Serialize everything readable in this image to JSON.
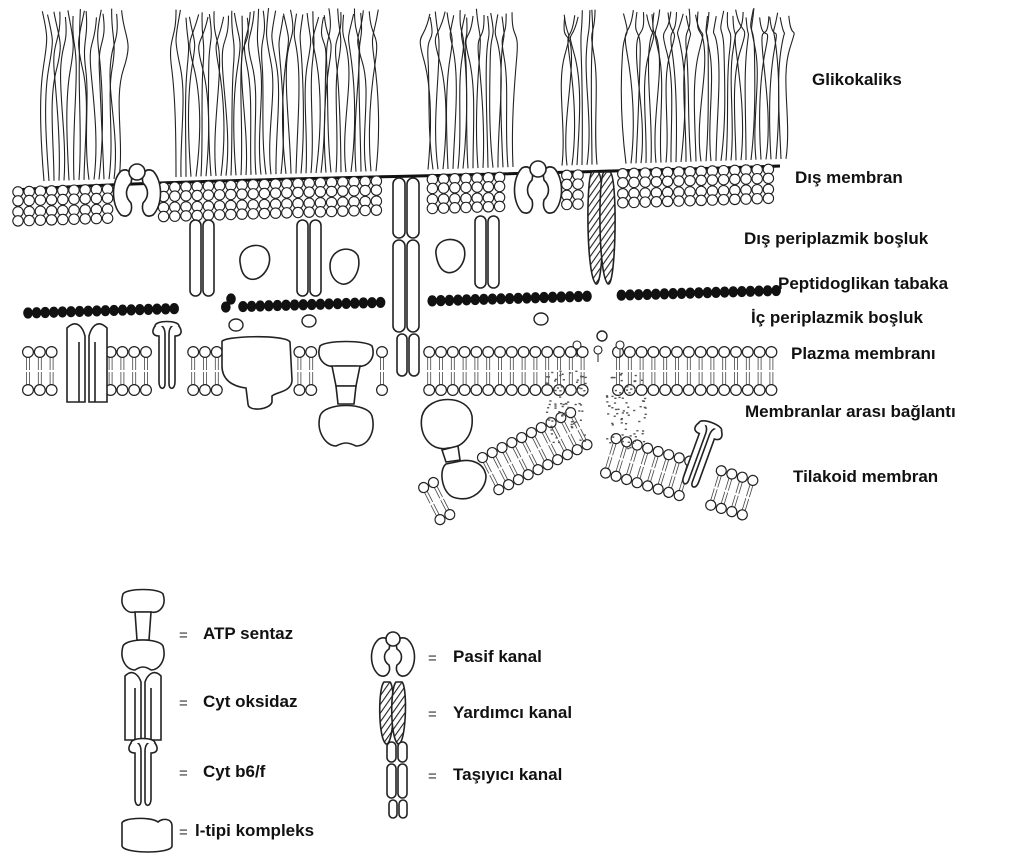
{
  "labels": {
    "glikokaliks": "Glikokaliks",
    "dis_membran": "Dış membran",
    "dis_periplazmik": "Dış periplazmik boşluk",
    "peptidoglikan": "Peptidoglikan tabaka",
    "ic_periplazmik": "İç periplazmik boşluk",
    "plazma": "Plazma membranı",
    "baglanti": "Membranlar arası bağlantı",
    "tilakoid": "Tilakoid membran"
  },
  "legend": {
    "equals": "=",
    "atp_sentaz": "ATP sentaz",
    "cyt_oksidaz": "Cyt oksidaz",
    "cyt_b6f": "Cyt b6/f",
    "l_tipi": "l-tipi kompleks",
    "pasif_kanal": "Pasif kanal",
    "yardimci_kanal": "Yardımcı kanal",
    "tasiyici_kanal": "Taşıyıcı kanal"
  }
}
